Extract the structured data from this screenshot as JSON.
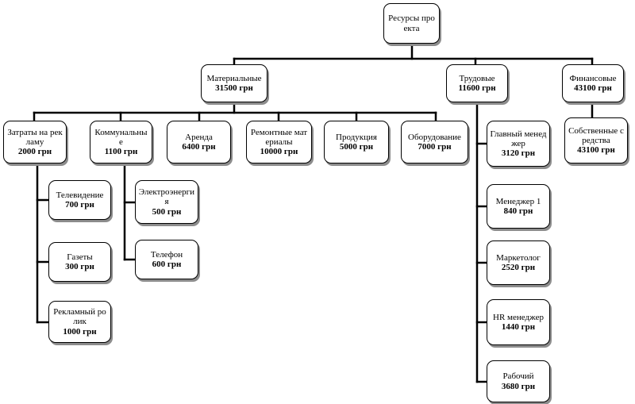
{
  "nodes": {
    "root": {
      "label": "Ресурсы проекта"
    },
    "material": {
      "label": "Материальные",
      "value": "31500 грн"
    },
    "labor": {
      "label": "Трудовые",
      "value": "11600 грн"
    },
    "financial": {
      "label": "Финансовые",
      "value": "43100 грн"
    },
    "ads": {
      "label": "Затраты на рекламу",
      "value": "2000 грн"
    },
    "utilities": {
      "label": "Коммунальны\nе",
      "value": "1100 грн"
    },
    "rent": {
      "label": "Аренда",
      "value": "6400 грн"
    },
    "repair": {
      "label": "Ремонтные материалы",
      "value": "10000 грн"
    },
    "products": {
      "label": "Продукция",
      "value": "5000 грн"
    },
    "equipment": {
      "label": "Оборудование",
      "value": "7000 грн"
    },
    "tv": {
      "label": "Телевидение",
      "value": "700 грн"
    },
    "newspapers": {
      "label": "Газеты",
      "value": "300 грн"
    },
    "video": {
      "label": "Рекламный ролик",
      "value": "1000 грн"
    },
    "electricity": {
      "label": "Электроэнерги\nя",
      "value": "500 грн"
    },
    "phone": {
      "label": "Телефон",
      "value": "600 грн"
    },
    "chief_manager": {
      "label": "Главный менеджер",
      "value": "3120 грн"
    },
    "manager1": {
      "label": "Менеджер 1",
      "value": "840 грн"
    },
    "marketer": {
      "label": "Маркетолог",
      "value": "2520 грн"
    },
    "hr_manager": {
      "label": "HR менеджер",
      "value": "1440 грн"
    },
    "worker": {
      "label": "Рабочий",
      "value": "3680 грн"
    },
    "own_funds": {
      "label": "Собственные средства",
      "value": "43100 грн"
    }
  }
}
